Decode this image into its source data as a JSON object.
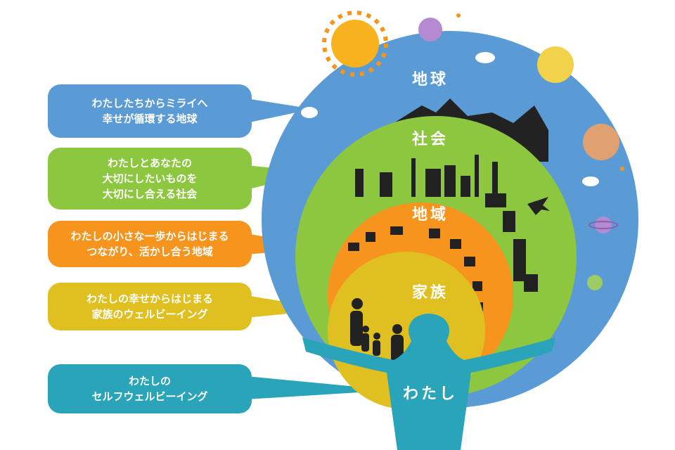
{
  "colors": {
    "earth": "#5b9bd5",
    "society": "#8dc63f",
    "region": "#f7941d",
    "family": "#e0c020",
    "self": "#2aa4b8"
  },
  "rings": {
    "earth": "地球",
    "society": "社会",
    "region": "地域",
    "family": "家族",
    "self": "わたし"
  },
  "callouts": [
    {
      "lines": [
        "わたしたちからミライへ",
        "幸せが循環する地球"
      ]
    },
    {
      "lines": [
        "わたしとあなたの",
        "大切にしたいものを",
        "大切にし合える社会"
      ]
    },
    {
      "lines": [
        "わたしの小さな一歩からはじまる",
        "つながり、活かし合う地域"
      ]
    },
    {
      "lines": [
        "わたしの幸せからはじまる",
        "家族のウェルビーイング"
      ]
    },
    {
      "lines": [
        "わたしの",
        "セルフウェルビーイング"
      ]
    }
  ]
}
